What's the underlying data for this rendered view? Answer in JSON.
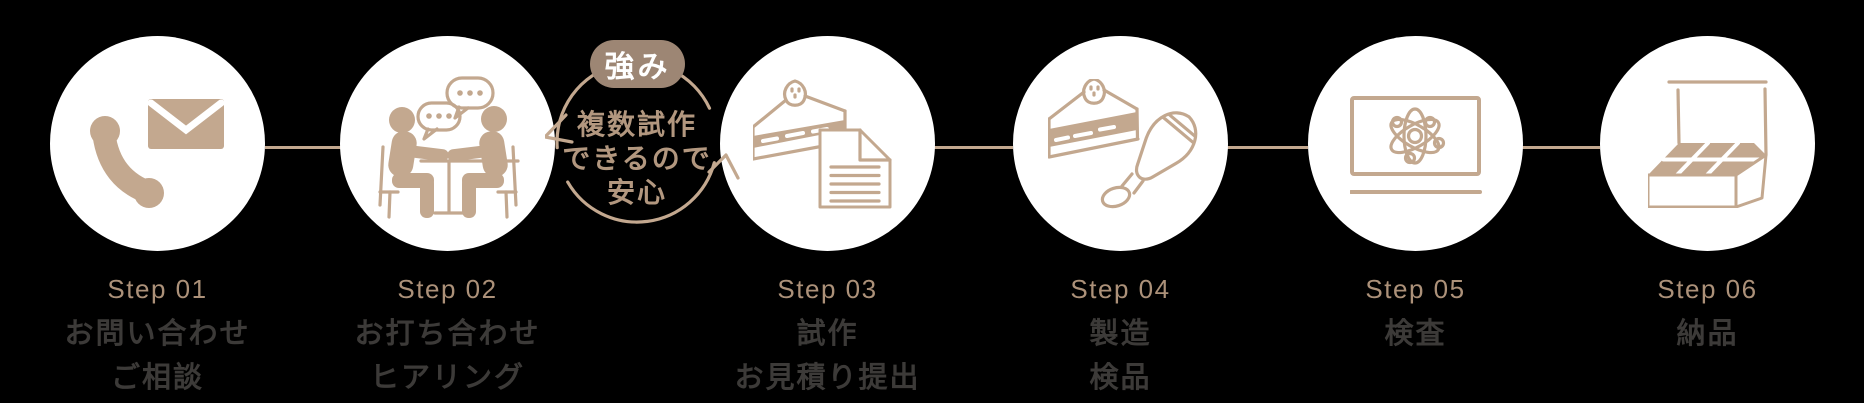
{
  "colors": {
    "background": "#000000",
    "accent_tan": "#c3a88f",
    "badge_background": "#9d8674",
    "badge_text": "#ffffff",
    "cycle_text": "#b2977f",
    "step_number_text": "#ac9179",
    "label_text": "#3c3a38",
    "circle_background": "#ffffff"
  },
  "highlight": {
    "badge_label": "強み",
    "message_lines": [
      "複数試作",
      "できるので",
      "安心"
    ]
  },
  "steps": [
    {
      "number": "Step 01",
      "icon": "phone-mail-icon",
      "label_lines": [
        "お問い合わせ",
        "ご相談"
      ]
    },
    {
      "number": "Step 02",
      "icon": "meeting-icon",
      "label_lines": [
        "お打ち合わせ",
        "ヒアリング"
      ]
    },
    {
      "number": "Step 03",
      "icon": "cake-document-icon",
      "label_lines": [
        "試作",
        "お見積り提出"
      ]
    },
    {
      "number": "Step 04",
      "icon": "cake-piping-bag-icon",
      "label_lines": [
        "製造",
        "検品"
      ]
    },
    {
      "number": "Step 05",
      "icon": "inspection-monitor-icon",
      "label_lines": [
        "検査"
      ]
    },
    {
      "number": "Step 06",
      "icon": "delivery-box-icon",
      "label_lines": [
        "納品"
      ]
    }
  ]
}
